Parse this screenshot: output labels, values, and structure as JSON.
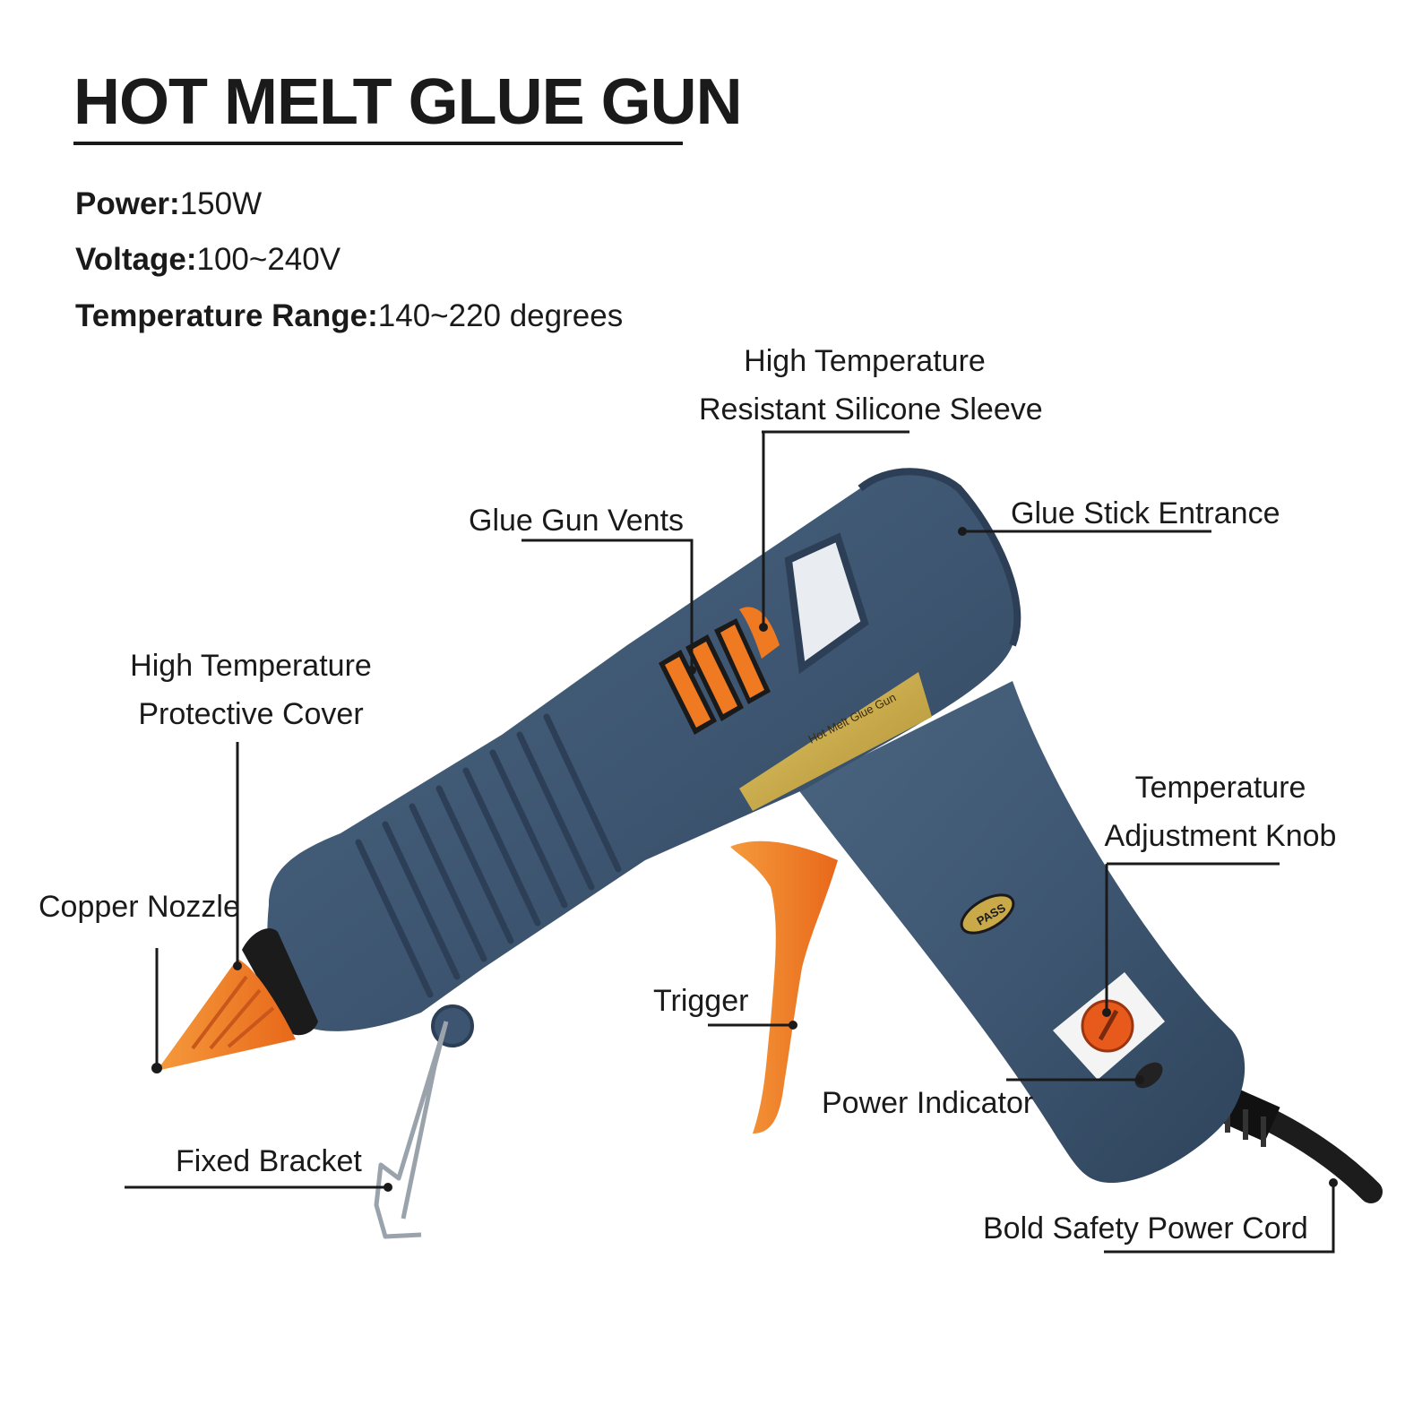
{
  "header": {
    "title": "HOT MELT GLUE GUN"
  },
  "specs": [
    {
      "key": "Power:",
      "value": "150W"
    },
    {
      "key": "Voltage:",
      "value": "100~240V"
    },
    {
      "key": "Temperature Range:",
      "value": "140~220 degrees"
    }
  ],
  "product": {
    "plate_text": "Hot Melt Glue Gun",
    "badge_text": "PASS"
  },
  "callouts": {
    "silicone_sleeve": {
      "line1": "High Temperature",
      "line2": "Resistant Silicone Sleeve"
    },
    "vents": "Glue Gun Vents",
    "glue_stick_entrance": "Glue Stick Entrance",
    "protective_cover": {
      "line1": "High Temperature",
      "line2": "Protective Cover"
    },
    "copper_nozzle": "Copper Nozzle",
    "temperature_knob": {
      "line1": "Temperature",
      "line2": "Adjustment Knob"
    },
    "trigger": "Trigger",
    "power_indicator": "Power Indicator",
    "fixed_bracket": "Fixed Bracket",
    "power_cord": "Bold Safety Power Cord"
  },
  "colors": {
    "body": "#3d5570",
    "body_dark": "#2c3f56",
    "accent_orange": "#f07a22",
    "plate_gold": "#c9a948",
    "leader_line": "#1a1a1a"
  }
}
